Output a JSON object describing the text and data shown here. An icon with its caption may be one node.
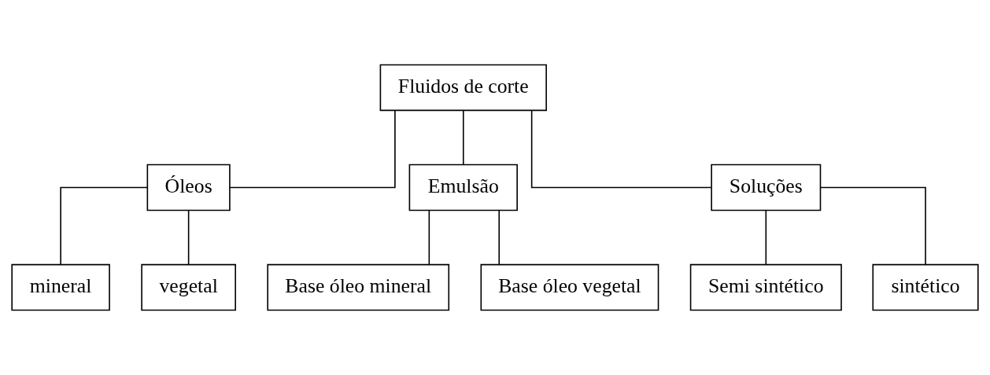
{
  "diagram": {
    "nodes": [
      {
        "text": [
          "Fluidos de corte"
        ]
      },
      {
        "text": [
          "Óleos"
        ]
      },
      {
        "text": [
          "Emulsão"
        ]
      },
      {
        "text": [
          "Soluções"
        ]
      },
      {
        "text": [
          "mineral"
        ]
      },
      {
        "text": [
          "vegetal"
        ]
      },
      {
        "text": [
          "Base óleo mineral"
        ]
      },
      {
        "text": [
          "Base óleo vegetal"
        ]
      },
      {
        "text": [
          "Semi sintético"
        ]
      },
      {
        "text": [
          "sintético"
        ]
      }
    ],
    "edges": [
      {
        "from": 0,
        "to": 1,
        "arrow": "none"
      },
      {
        "from": 0,
        "to": 2,
        "arrow": "none"
      },
      {
        "from": 0,
        "to": 3,
        "arrow": "none"
      },
      {
        "from": 1,
        "to": 4,
        "arrow": "none"
      },
      {
        "from": 1,
        "to": 5,
        "arrow": "none"
      },
      {
        "from": 2,
        "to": 6,
        "arrow": "none"
      },
      {
        "from": 2,
        "to": 7,
        "arrow": "none"
      },
      {
        "from": 3,
        "to": 8,
        "arrow": "none"
      },
      {
        "from": 3,
        "to": 9,
        "arrow": "none"
      }
    ]
  }
}
